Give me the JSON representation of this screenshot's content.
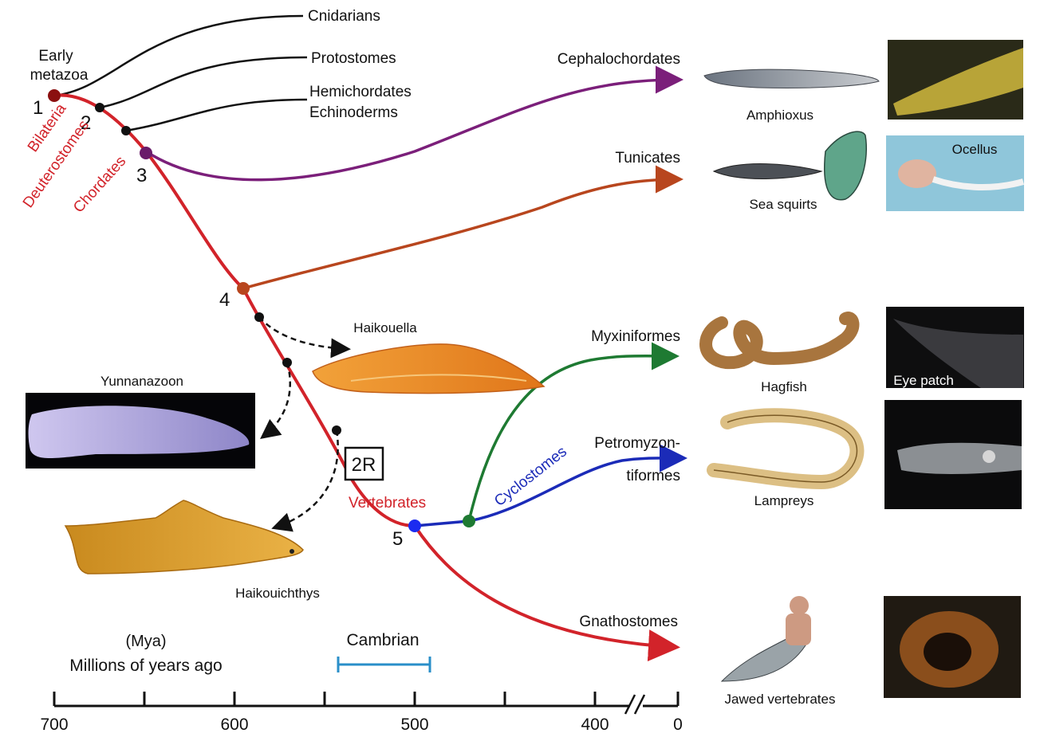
{
  "taxa": {
    "early_metazoa_1": "Early",
    "early_metazoa_2": "metazoa",
    "cnidarians": "Cnidarians",
    "protostomes": "Protostomes",
    "hemichordates": "Hemichordates",
    "echinoderms": "Echinoderms",
    "cephalochordates": "Cephalochordates",
    "tunicates": "Tunicates",
    "myxiniformes": "Myxiniformes",
    "petromyzon_1": "Petromyzon-",
    "petromyzon_2": "tiformes",
    "gnathostomes": "Gnathostomes"
  },
  "clades": {
    "bilateria": "Bilateria",
    "deuterostomes": "Deuterostomes",
    "chordates": "Chordates",
    "vertebrates": "Vertebrates",
    "cyclostomes": "Cyclostomes"
  },
  "nodes": [
    "1",
    "2",
    "3",
    "4",
    "5"
  ],
  "fossils": {
    "haikouella": "Haikouella",
    "yunnanozoon": "Yunnanazoon",
    "haikouichthys": "Haikouichthys"
  },
  "duplication": "2R",
  "photos": {
    "amphioxus": "Amphioxus",
    "sea_squirts": "Sea squirts",
    "ocellus": "Ocellus",
    "hagfish": "Hagfish",
    "eye_patch": "Eye patch",
    "lampreys": "Lampreys",
    "jawed": "Jawed vertebrates"
  },
  "timeline": {
    "unit_1": "(Mya)",
    "unit_2": "Millions of years ago",
    "period": "Cambrian",
    "ticks": [
      "700",
      "600",
      "500",
      "400",
      "0"
    ],
    "cambrian_range": [
      541,
      485
    ]
  },
  "colors": {
    "main_line": "#d2232a",
    "cephalochordate_branch": "#7b1f7a",
    "tunicate_branch": "#b8461e",
    "hagfish_branch": "#1e7a32",
    "lamprey_branch": "#1b2bb8",
    "cambrian_bar": "#2a8fc9"
  }
}
